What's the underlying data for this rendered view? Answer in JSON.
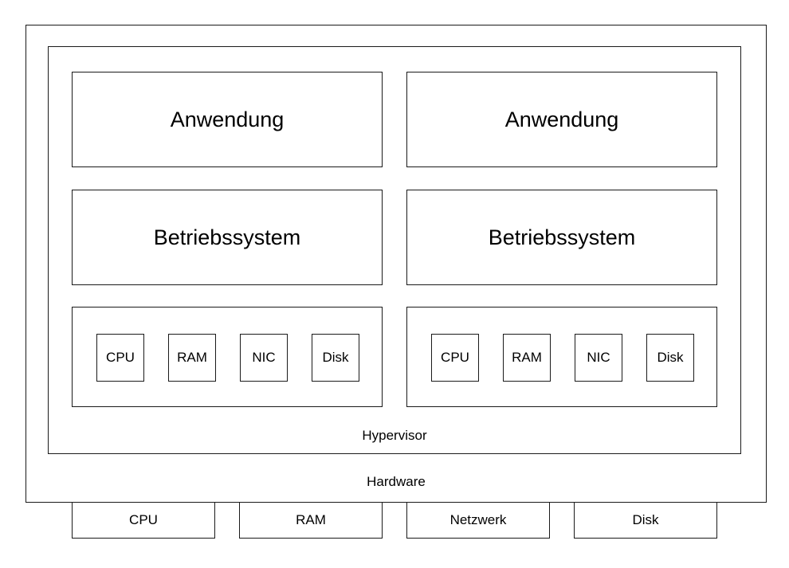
{
  "diagram": {
    "hardware_frame_label": "Hardware",
    "hypervisor_frame_label": "Hypervisor",
    "virtual_machines": [
      {
        "application_label": "Anwendung",
        "operating_system_label": "Betriebssystem",
        "virtual_resources": [
          "CPU",
          "RAM",
          "NIC",
          "Disk"
        ]
      },
      {
        "application_label": "Anwendung",
        "operating_system_label": "Betriebssystem",
        "virtual_resources": [
          "CPU",
          "RAM",
          "NIC",
          "Disk"
        ]
      }
    ],
    "physical_resources": [
      "CPU",
      "RAM",
      "Netzwerk",
      "Disk"
    ],
    "colors": {
      "stroke": "#1a1a1a",
      "fill": "#ffffff",
      "text": "#000000"
    }
  }
}
